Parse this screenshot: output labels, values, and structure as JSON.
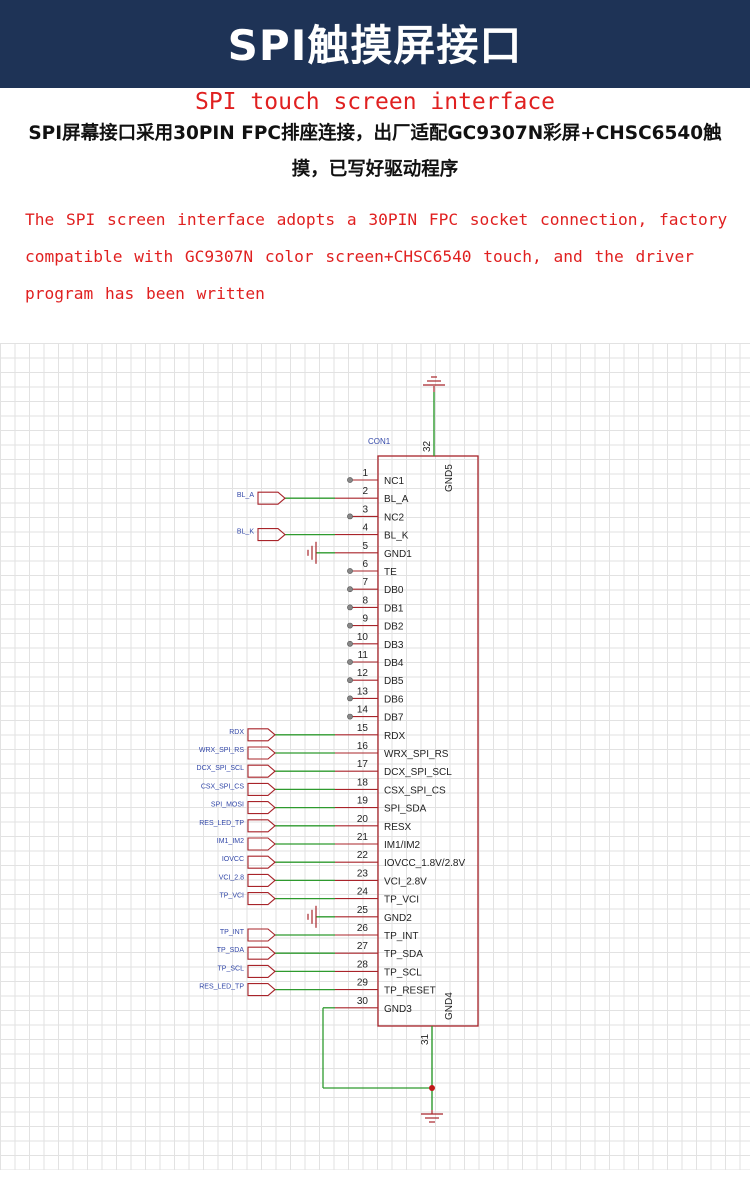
{
  "header": {
    "title": "SPI触摸屏接口",
    "subtitle_en": "SPI touch screen interface",
    "description_cn": "SPI屏幕接口采用30PIN FPC排座连接，出厂适配GC9307N彩屏+CHSC6540触摸，已写好驱动程序",
    "description_en": "The SPI screen interface adopts a 30PIN FPC socket connection, factory compatible with GC9307N color screen+CHSC6540 touch, and the driver program has been written"
  },
  "colors": {
    "banner_bg": "#1e3356",
    "accent_red": "#e02020",
    "wire_green": "#2e9a2e",
    "component_red": "#a8242a",
    "net_label_blue": "#3348a8"
  },
  "schematic": {
    "component_ref": "CON1",
    "top_pin": {
      "number": "32",
      "name": "GND5"
    },
    "bottom_pin": {
      "number": "31",
      "name": "GND4"
    },
    "pins": [
      {
        "num": "1",
        "name": "NC1",
        "net": "",
        "conn": "nc"
      },
      {
        "num": "2",
        "name": "BL_A",
        "net": "BL_A",
        "conn": "label"
      },
      {
        "num": "3",
        "name": "NC2",
        "net": "",
        "conn": "nc"
      },
      {
        "num": "4",
        "name": "BL_K",
        "net": "BL_K",
        "conn": "label"
      },
      {
        "num": "5",
        "name": "GND1",
        "net": "",
        "conn": "gnd"
      },
      {
        "num": "6",
        "name": "TE",
        "net": "",
        "conn": "nc"
      },
      {
        "num": "7",
        "name": "DB0",
        "net": "",
        "conn": "nc"
      },
      {
        "num": "8",
        "name": "DB1",
        "net": "",
        "conn": "nc"
      },
      {
        "num": "9",
        "name": "DB2",
        "net": "",
        "conn": "nc"
      },
      {
        "num": "10",
        "name": "DB3",
        "net": "",
        "conn": "nc"
      },
      {
        "num": "11",
        "name": "DB4",
        "net": "",
        "conn": "nc"
      },
      {
        "num": "12",
        "name": "DB5",
        "net": "",
        "conn": "nc"
      },
      {
        "num": "13",
        "name": "DB6",
        "net": "",
        "conn": "nc"
      },
      {
        "num": "14",
        "name": "DB7",
        "net": "",
        "conn": "nc"
      },
      {
        "num": "15",
        "name": "RDX",
        "net": "RDX",
        "conn": "label"
      },
      {
        "num": "16",
        "name": "WRX_SPI_RS",
        "net": "WRX_SPI_RS",
        "conn": "label"
      },
      {
        "num": "17",
        "name": "DCX_SPI_SCL",
        "net": "DCX_SPI_SCL",
        "conn": "label"
      },
      {
        "num": "18",
        "name": "CSX_SPI_CS",
        "net": "CSX_SPI_CS",
        "conn": "label"
      },
      {
        "num": "19",
        "name": "SPI_SDA",
        "net": "SPI_MOSI",
        "conn": "label"
      },
      {
        "num": "20",
        "name": "RESX",
        "net": "RES_LED_TP",
        "conn": "label"
      },
      {
        "num": "21",
        "name": "IM1/IM2",
        "net": "IM1_IM2",
        "conn": "label"
      },
      {
        "num": "22",
        "name": "IOVCC_1.8V/2.8V",
        "net": "IOVCC",
        "conn": "label"
      },
      {
        "num": "23",
        "name": "VCI_2.8V",
        "net": "VCI_2.8",
        "conn": "label"
      },
      {
        "num": "24",
        "name": "TP_VCI",
        "net": "TP_VCI",
        "conn": "label"
      },
      {
        "num": "25",
        "name": "GND2",
        "net": "",
        "conn": "gnd"
      },
      {
        "num": "26",
        "name": "TP_INT",
        "net": "TP_INT",
        "conn": "label"
      },
      {
        "num": "27",
        "name": "TP_SDA",
        "net": "TP_SDA",
        "conn": "label"
      },
      {
        "num": "28",
        "name": "TP_SCL",
        "net": "TP_SCL",
        "conn": "label"
      },
      {
        "num": "29",
        "name": "TP_RESET",
        "net": "RES_LED_TP",
        "conn": "label"
      },
      {
        "num": "30",
        "name": "GND3",
        "net": "",
        "conn": "gnd_loop"
      }
    ]
  }
}
